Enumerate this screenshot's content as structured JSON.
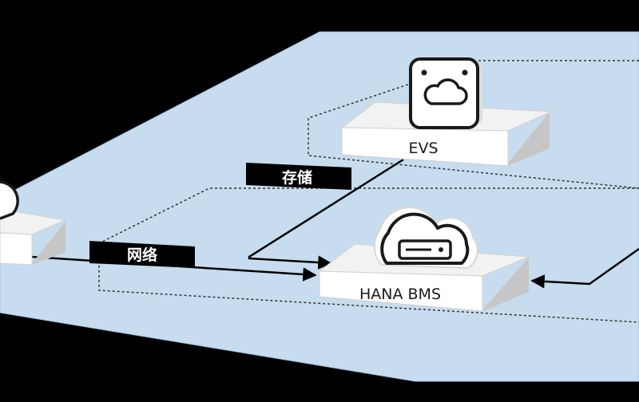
{
  "nodes": {
    "evs": {
      "label": "EVS",
      "icon": "cloud-icon"
    },
    "hana": {
      "label": "HANA BMS",
      "icon": "server-cloud-icon"
    },
    "left": {
      "icon": "cloud-icon"
    }
  },
  "tags": {
    "storage": "存储",
    "network": "网络"
  },
  "colors": {
    "background": "#000000",
    "platform": "#c7dcee",
    "platform_edge": "#a9c3db",
    "box_top": "#f2f2f2",
    "box_front": "#ffffff",
    "box_side": "#c6c6c6",
    "line": "#000000",
    "tag_fill": "#000000",
    "tag_text": "#ffffff"
  }
}
